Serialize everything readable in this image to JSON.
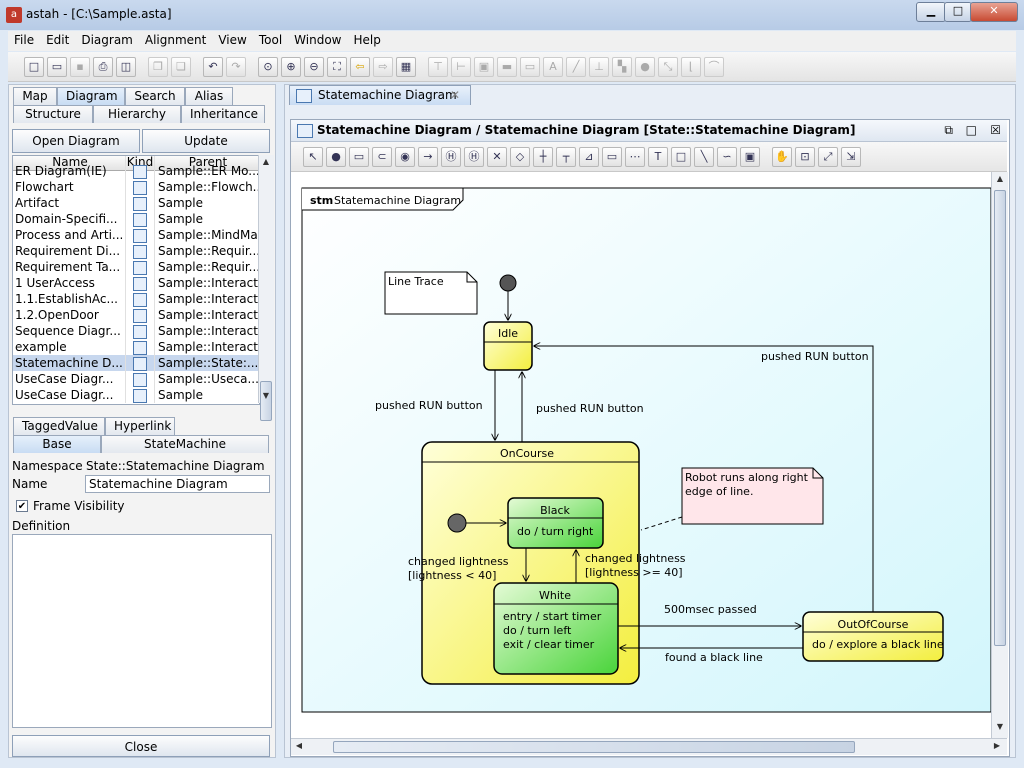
{
  "window": {
    "title": "astah - [C:\\Sample.asta]",
    "min": "▁",
    "max": "□",
    "close": "✕"
  },
  "menu": [
    "File",
    "Edit",
    "Diagram",
    "Alignment",
    "View",
    "Tool",
    "Window",
    "Help"
  ],
  "left_tabs_row1": [
    "Map",
    "Diagram",
    "Search",
    "Alias"
  ],
  "left_tabs_row2": [
    "Structure",
    "Hierarchy",
    "Inheritance"
  ],
  "buttons": {
    "open": "Open Diagram",
    "update": "Update",
    "close": "Close"
  },
  "tree": {
    "headers": [
      "Name",
      "Kind",
      "Parent"
    ],
    "rows": [
      {
        "name": "ER Diagram(IE)",
        "parent": "Sample::ER Mo..."
      },
      {
        "name": "Flowchart",
        "parent": "Sample::Flowch..."
      },
      {
        "name": "Artifact",
        "parent": "Sample"
      },
      {
        "name": "Domain-Specifi...",
        "parent": "Sample"
      },
      {
        "name": "Process and Arti...",
        "parent": "Sample::MindMap"
      },
      {
        "name": "Requirement Di...",
        "parent": "Sample::Requir..."
      },
      {
        "name": "Requirement Ta...",
        "parent": "Sample::Requir..."
      },
      {
        "name": "1 UserAccess",
        "parent": "Sample::Interact..."
      },
      {
        "name": "1.1.EstablishAc...",
        "parent": "Sample::Interact..."
      },
      {
        "name": "1.2.OpenDoor",
        "parent": "Sample::Interact..."
      },
      {
        "name": "Sequence Diagr...",
        "parent": "Sample::Interact..."
      },
      {
        "name": "example",
        "parent": "Sample::Interact..."
      },
      {
        "name": "Statemachine D...",
        "parent": "Sample::State:..."
      },
      {
        "name": "UseCase Diagr...",
        "parent": "Sample::Useca..."
      },
      {
        "name": "UseCase Diagr...",
        "parent": "Sample"
      }
    ]
  },
  "prop_tabs_row1": [
    "TaggedValue",
    "Hyperlink"
  ],
  "prop_tabs_row2": [
    "Base",
    "StateMachine"
  ],
  "props": {
    "namespace_label": "Namespace",
    "namespace_value": "State::Statemachine Diagram",
    "name_label": "Name",
    "name_value": "Statemachine Diagram",
    "frame_visibility": "Frame Visibility",
    "definition": "Definition"
  },
  "doc_tab": "Statemachine Diagram",
  "inner_title": "Statemachine Diagram / Statemachine Diagram [State::Statemachine Diagram]",
  "diagram": {
    "frame_keyword": "stm",
    "frame_name": "Statemachine Diagram",
    "note_trace": "Line Trace",
    "note_robot_1": "Robot runs along right",
    "note_robot_2": "edge of line.",
    "idle": "Idle",
    "oncourse": "OnCourse",
    "black": "Black",
    "black_action": "do / turn right",
    "white": "White",
    "white_a1": "entry / start timer",
    "white_a2": "do / turn left",
    "white_a3": "exit / clear timer",
    "outofcourse": "OutOfCourse",
    "outofcourse_action": "do / explore a black line",
    "t_run_left": "pushed RUN button",
    "t_run_mid": "pushed RUN button",
    "t_run_right": "pushed RUN button",
    "t_cl_1": "changed lightness",
    "t_cl_2": "[lightness < 40]",
    "t_cl2_1": "changed lightness",
    "t_cl2_2": "[lightness >= 40]",
    "t_500": "500msec passed",
    "t_found": "found a black line"
  },
  "colors": {
    "accent": "#3169c6",
    "state_yellow": "#ffff99",
    "state_green": "#7fe35a",
    "note_pink": "#ffe8ec",
    "canvas_bg": "#e4fbff"
  }
}
